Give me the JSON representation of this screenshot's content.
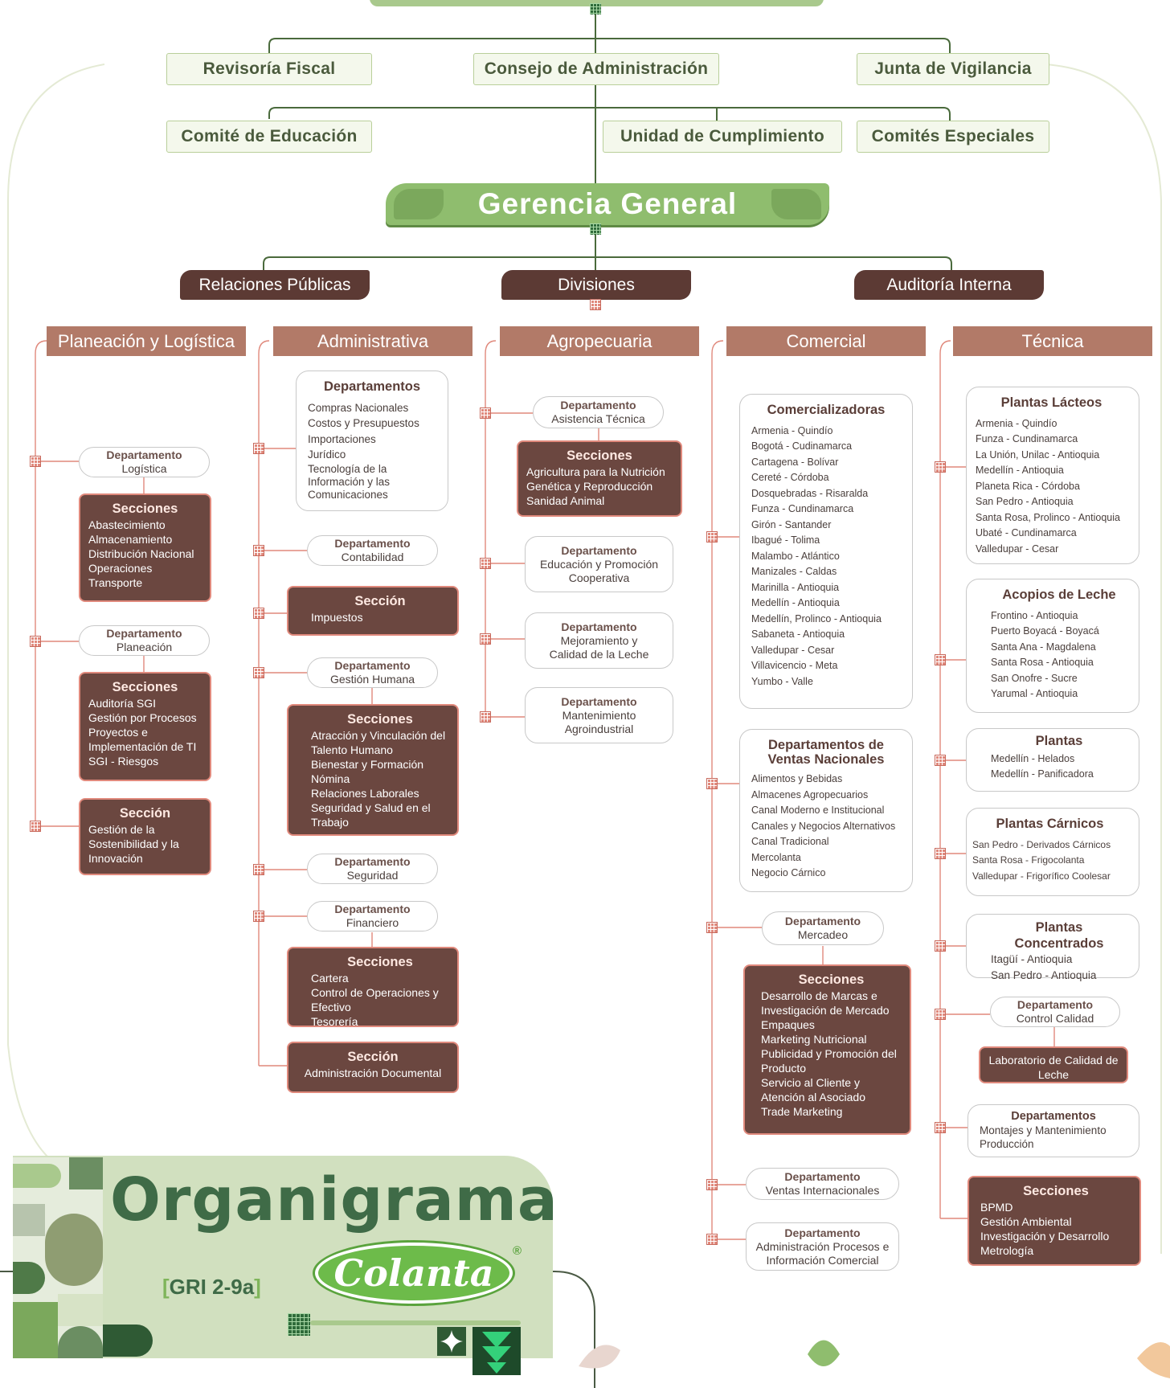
{
  "top": {
    "revisoria": "Revisoría Fiscal",
    "consejo": "Consejo de Administración",
    "junta": "Junta de Vigilancia",
    "comite_educacion": "Comité de Educación",
    "unidad": "Unidad de Cumplimiento",
    "comites": "Comités Especiales",
    "gerencia": "Gerencia General",
    "relaciones": "Relaciones Públicas",
    "divisiones": "Divisiones",
    "auditoria": "Auditoría Interna"
  },
  "headers": {
    "planeacion": "Planeación y Logística",
    "administrativa": "Administrativa",
    "agropecuaria": "Agropecuaria",
    "comercial": "Comercial",
    "tecnica": "Técnica"
  },
  "planeacion": {
    "dep_logistica": {
      "t": "Departamento",
      "s": "Logística"
    },
    "sec_logistica": {
      "h": "Secciones",
      "items": [
        "Abastecimiento",
        "Almacenamiento",
        "Distribución Nacional",
        "Operaciones",
        "Transporte"
      ]
    },
    "dep_planeacion": {
      "t": "Departamento",
      "s": "Planeación"
    },
    "sec_planeacion": {
      "h": "Secciones",
      "items": [
        "Auditoría SGI",
        "Gestión por Procesos",
        "Proyectos e Implementación de TI",
        "SGI - Riesgos"
      ]
    },
    "sec_sost": {
      "h": "Sección",
      "items": [
        "Gestión de la Sostenibilidad y la Innovación"
      ]
    }
  },
  "administrativa": {
    "deps": {
      "h": "Departamentos",
      "items": [
        "Compras Nacionales",
        "Costos y  Presupuestos",
        "Importaciones",
        "Jurídico",
        "Tecnología de la Información y las Comunicaciones"
      ]
    },
    "dep_contab": {
      "t": "Departamento",
      "s": "Contabilidad"
    },
    "sec_impuestos": {
      "h": "Sección",
      "items": [
        "Impuestos"
      ]
    },
    "dep_gh": {
      "t": "Departamento",
      "s": "Gestión Humana"
    },
    "sec_gh": {
      "h": "Secciones",
      "items": [
        "Atracción y Vinculación del Talento Humano",
        "Bienestar y Formación",
        "Nómina",
        "Relaciones Laborales",
        "Seguridad  y Salud en el Trabajo"
      ]
    },
    "dep_seg": {
      "t": "Departamento",
      "s": "Seguridad"
    },
    "dep_fin": {
      "t": "Departamento",
      "s": "Financiero"
    },
    "sec_fin": {
      "h": "Secciones",
      "items": [
        "Cartera",
        "Control de Operaciones y Efectivo",
        "Tesorería"
      ]
    },
    "sec_doc": {
      "h": "Sección",
      "items": [
        "Administración Documental"
      ]
    }
  },
  "agropecuaria": {
    "dep_asist": {
      "t": "Departamento",
      "s": "Asistencia Técnica"
    },
    "sec_asist": {
      "h": "Secciones",
      "items": [
        "Agricultura para la Nutrición",
        "Genética y Reproducción",
        "Sanidad Animal"
      ]
    },
    "dep_edu": {
      "t": "Departamento",
      "s": "Educación y Promoción Cooperativa"
    },
    "dep_mej": {
      "t": "Departamento",
      "s": "Mejoramiento y Calidad de la Leche"
    },
    "dep_mant": {
      "t": "Departamento",
      "s": "Mantenimiento Agroindustrial"
    }
  },
  "comercial": {
    "comercializadoras": {
      "h": "Comercializadoras",
      "items": [
        "Armenia - Quindío",
        "Bogotá - Cudinamarca",
        "Cartagena - Bolívar",
        "Cereté - Córdoba",
        "Dosquebradas - Risaralda",
        "Funza - Cundinamarca",
        "Girón - Santander",
        "Ibagué - Tolima",
        "Malambo - Atlántico",
        "Manizales - Caldas",
        "Marinilla - Antioquia",
        "Medellín - Antioquia",
        "Medellín, Prolinco - Antioquia",
        "Sabaneta - Antioquia",
        "Valledupar - Cesar",
        "Villavicencio -  Meta",
        "Yumbo - Valle"
      ]
    },
    "ventas_nac": {
      "h": "Departamentos de Ventas Nacionales",
      "items": [
        "Alimentos y Bebidas",
        "Almacenes Agropecuarios",
        "Canal Moderno e Institucional",
        "Canales y Negocios Alternativos",
        "Canal Tradicional",
        "Mercolanta",
        "Negocio Cárnico"
      ]
    },
    "dep_merc": {
      "t": "Departamento",
      "s": "Mercadeo"
    },
    "sec_merc": {
      "h": "Secciones",
      "items": [
        "Desarrollo de Marcas e Investigación de Mercado",
        "Empaques",
        "Marketing Nutricional",
        "Publicidad y Promoción del Producto",
        "Servicio al Cliente y Atención al Asociado",
        "Trade Marketing"
      ]
    },
    "dep_vint": {
      "t": "Departamento",
      "s": "Ventas Internacionales"
    },
    "dep_adm": {
      "t": "Departamento",
      "s": "Administración Procesos e Información Comercial"
    }
  },
  "tecnica": {
    "lacteos": {
      "h": "Plantas Lácteos",
      "items": [
        "Armenia - Quindío",
        "Funza - Cundinamarca",
        "La Unión, Unilac - Antioquia",
        "Medellín - Antioquia",
        "Planeta Rica - Córdoba",
        "San Pedro - Antioquia",
        "Santa Rosa, Prolinco - Antioquia",
        "Ubaté - Cundinamarca",
        "Valledupar - Cesar"
      ]
    },
    "acopios": {
      "h": "Acopios de Leche",
      "items": [
        "Frontino - Antioquia",
        "Puerto Boyacá - Boyacá",
        "Santa Ana - Magdalena",
        "Santa Rosa  - Antioquia",
        "San Onofre - Sucre",
        "Yarumal - Antioquia"
      ]
    },
    "plantas": {
      "h": "Plantas",
      "items": [
        "Medellín - Helados",
        "Medellín - Panificadora"
      ]
    },
    "carnicos": {
      "h": "Plantas Cárnicos",
      "items": [
        "San Pedro - Derivados Cárnicos",
        "Santa Rosa - Frigocolanta",
        "Valledupar - Frigorífico Coolesar"
      ]
    },
    "concentrados": {
      "h": "Plantas Concentrados",
      "items": [
        "Itagüí - Antioquia",
        "San Pedro - Antioquia"
      ]
    },
    "dep_calidad": {
      "t": "Departamento",
      "s": "Control Calidad"
    },
    "lab": {
      "items": [
        "Laboratorio de Calidad de Leche"
      ]
    },
    "dep_montajes": {
      "h": "Departamentos",
      "items": [
        "Montajes y Mantenimiento",
        "Producción"
      ]
    },
    "sec_tec": {
      "h": "Secciones",
      "items": [
        "BPMD",
        "Gestión Ambiental",
        "Investigación y Desarrollo",
        "Metrología"
      ]
    }
  },
  "footer": {
    "title": "Organigrama",
    "gri_open": "[",
    "gri_text": "GRI 2-9a",
    "gri_close": "]",
    "logo": "Colanta",
    "reg": "®"
  },
  "colors": {
    "green": "#8fbd6e",
    "brown": "#5c3a34",
    "salmon": "#e0897c",
    "header": "#b27a68"
  }
}
